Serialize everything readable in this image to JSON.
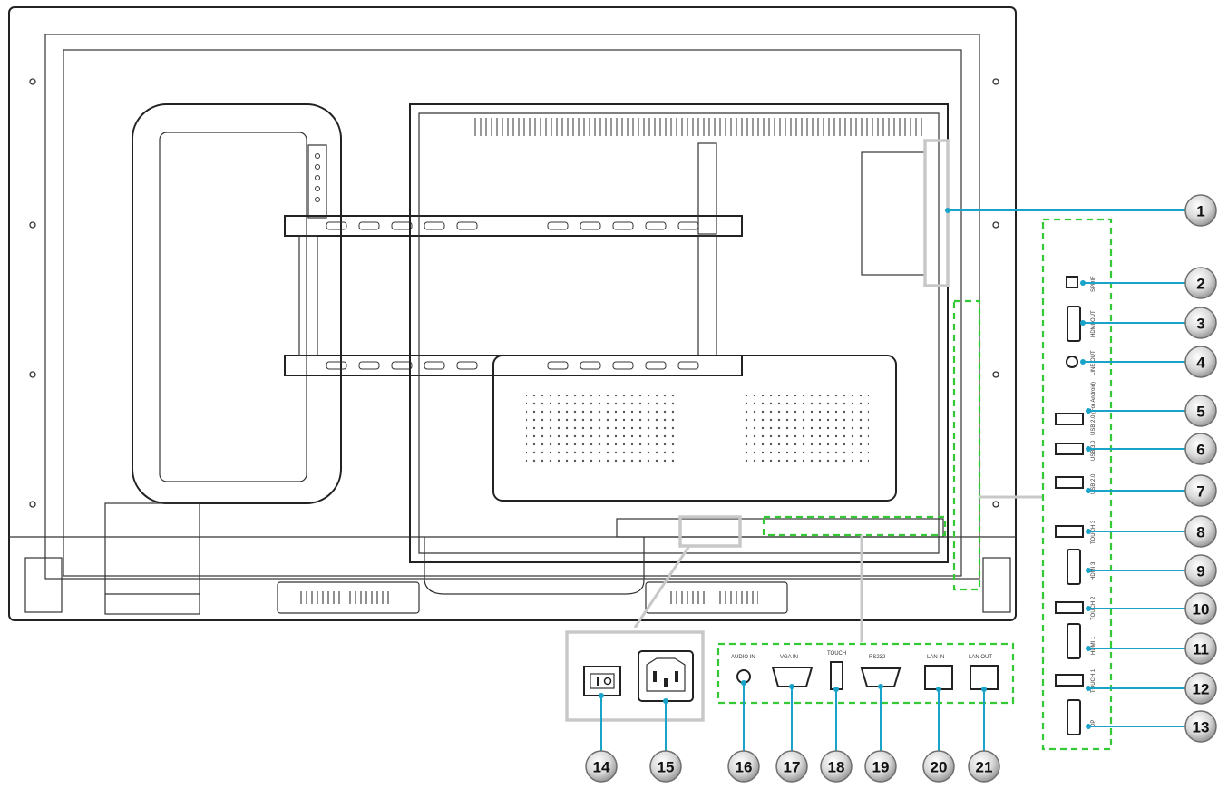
{
  "callouts": [
    "1",
    "2",
    "3",
    "4",
    "5",
    "6",
    "7",
    "8",
    "9",
    "10",
    "11",
    "12",
    "13",
    "14",
    "15",
    "16",
    "17",
    "18",
    "19",
    "20",
    "21"
  ],
  "side_ports": [
    "SPDIF",
    "HDMI OUT",
    "LINE OUT",
    "USB 2.0 (For Android)",
    "USB 3.0",
    "USB 2.0",
    "TOUCH 3",
    "HDMI 3",
    "TOUCH 2",
    "HDMI 1",
    "TOUCH 1",
    "DP"
  ],
  "bottom_ports": [
    "AUDIO IN",
    "VGA IN",
    "TOUCH",
    "RS232",
    "LAN IN",
    "LAN OUT"
  ],
  "colors": {
    "leader": "#1aa3c9",
    "highlight_green": "#35c935",
    "highlight_grey": "#c8c8c8"
  }
}
